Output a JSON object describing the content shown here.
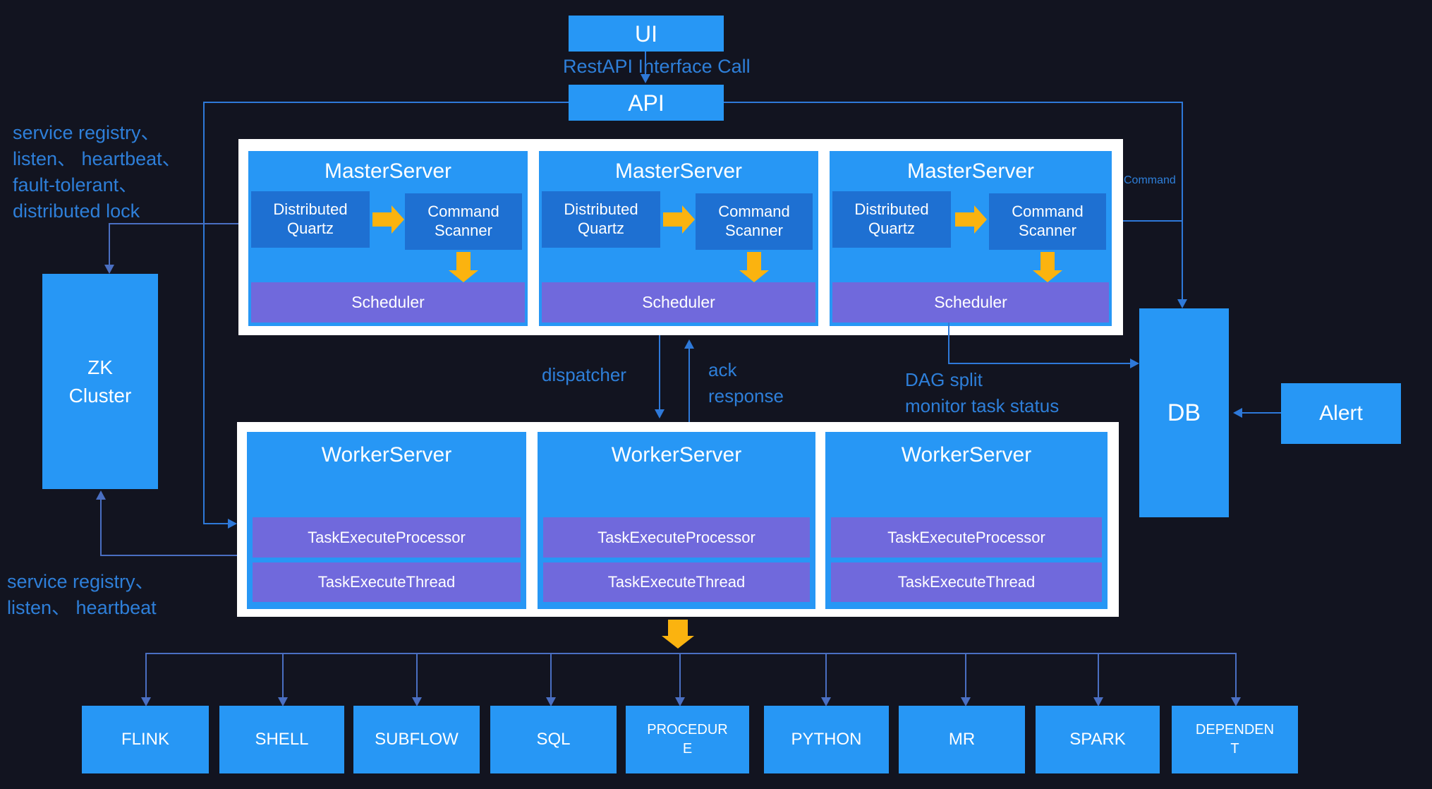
{
  "colors": {
    "background": "#121420",
    "node_blue": "#2797F5",
    "inner_dark_blue": "#1E70D2",
    "purple_bar": "#7069DC",
    "orange_arrow": "#FBB30F",
    "connector_bright": "#2E79D9",
    "connector_muted": "#4A6FC2",
    "label_blue": "#2E7FD9",
    "frame_white": "#ffffff"
  },
  "ui_box": "UI",
  "api_box": "API",
  "restapi_label": "RestAPI Interface Call",
  "command_label": "Command",
  "dispatcher_label": "dispatcher",
  "ack_label": "ack",
  "response_label": "response",
  "dag_line1": "DAG split",
  "dag_line2": "monitor task status",
  "left_top_lines": [
    "service registry、",
    "listen、 heartbeat、",
    "fault-tolerant、",
    "distributed lock"
  ],
  "left_bottom_lines": [
    "service registry、",
    "listen、 heartbeat"
  ],
  "zk": {
    "line1": "ZK",
    "line2": "Cluster"
  },
  "db": "DB",
  "alert": "Alert",
  "masters": [
    {
      "title": "MasterServer",
      "quartz": "Distributed Quartz",
      "scanner": "Command Scanner",
      "scheduler": "Scheduler"
    },
    {
      "title": "MasterServer",
      "quartz": "Distributed Quartz",
      "scanner": "Command Scanner",
      "scheduler": "Scheduler"
    },
    {
      "title": "MasterServer",
      "quartz": "Distributed Quartz",
      "scanner": "Command Scanner",
      "scheduler": "Scheduler"
    }
  ],
  "workers": [
    {
      "title": "WorkerServer",
      "processor": "TaskExecuteProcessor",
      "thread": "TaskExecuteThread"
    },
    {
      "title": "WorkerServer",
      "processor": "TaskExecuteProcessor",
      "thread": "TaskExecuteThread"
    },
    {
      "title": "WorkerServer",
      "processor": "TaskExecuteProcessor",
      "thread": "TaskExecuteThread"
    }
  ],
  "tasks": [
    "FLINK",
    "SHELL",
    "SUBFLOW",
    "SQL",
    "PROCEDURE",
    "PYTHON",
    "MR",
    "SPARK",
    "DEPENDENT"
  ]
}
